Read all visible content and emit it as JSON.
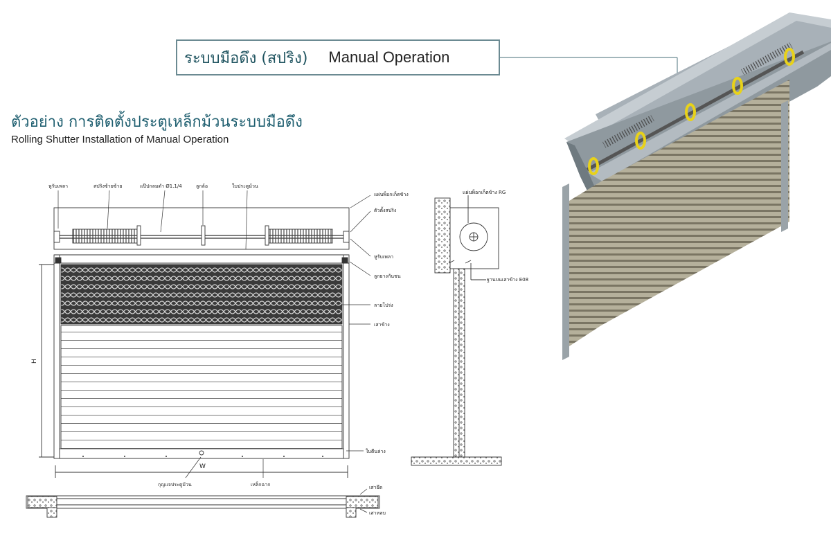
{
  "header": {
    "title_th": "ระบบมือดึง (สปริง)",
    "title_en": "Manual Operation"
  },
  "section": {
    "heading_th": "ตัวอย่าง การติดตั้งประตูเหล็กม้วนระบบมือดึง",
    "heading_en": "Rolling Shutter Installation of Manual Operation"
  },
  "front_view_labels": {
    "shaft_holder_left": "หูรับเพลา",
    "spring_left": "สปริงซ้ายซ้าย",
    "pipe": "แป๊ปกลมดำ Ø1.1/4",
    "wheel": "ลูกล้อ",
    "curtain": "ใบประตูม้วน",
    "bracket_plate": "แผ่นพ็อกเก็ตข้าง",
    "spring_adjuster": "ตัวตั้งสปริง",
    "shaft_holder_right": "หูรับเพลา",
    "rubber_stopper": "ลูกยางกันชน",
    "perforated": "ลายโปร่ง",
    "side_post": "เสาข้าง",
    "bottom_bar": "ใบตีนล่าง",
    "lock": "กุญแจประตูม้วน",
    "angle_bar": "เหล็กฉาก",
    "width": "W",
    "height": "H"
  },
  "plan_view_labels": {
    "fixed_post": "เสายึด",
    "hollow_post": "เสาหลบ"
  },
  "side_view_labels": {
    "bracket_plate": "แผ่นพ็อกเก็ตข้าง RG",
    "post_base": "ฐานบนเสาข้าง E08"
  },
  "colors": {
    "accent": "#1f5f70",
    "frame_grey": "#8d969b",
    "spring_yellow": "#e8d21a",
    "slat": "#a9a48e"
  }
}
